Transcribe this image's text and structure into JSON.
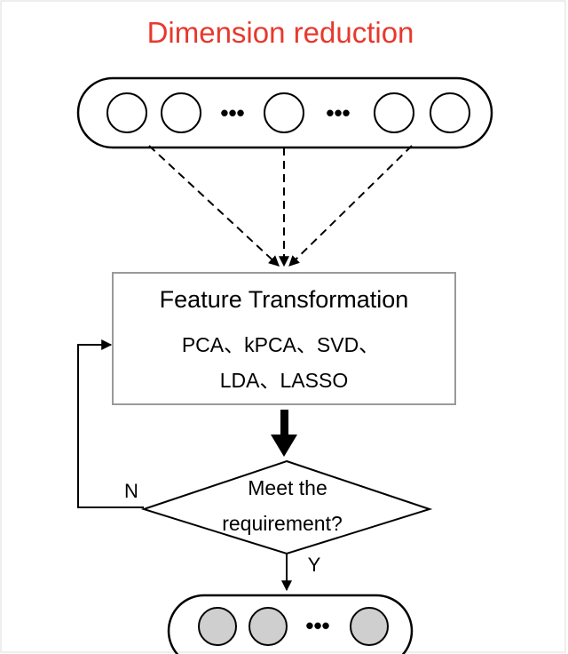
{
  "title": "Dimension reduction",
  "colors": {
    "title": "#e8382d",
    "stroke": "#000000",
    "box_border": "#9a9a9a",
    "output_node_fill": "#cfcfcf",
    "frame": "#dddddd"
  },
  "input_layer": {
    "ellipsis": "•••"
  },
  "process_box": {
    "heading": "Feature Transformation",
    "methods_line1": "PCA、kPCA、SVD、",
    "methods_line2": "LDA、LASSO"
  },
  "decision": {
    "line1": "Meet the",
    "line2": "requirement?",
    "no_label": "N",
    "yes_label": "Y"
  },
  "output_layer": {
    "ellipsis": "•••"
  }
}
